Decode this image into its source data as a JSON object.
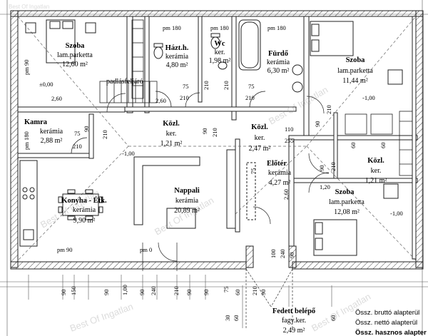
{
  "watermark": {
    "text": "Best Of Ingatlan",
    "top_fragment": "Best Of Ingatlan"
  },
  "rooms": {
    "szoba1": {
      "name": "Szoba",
      "material": "lam.parketta",
      "area": "12,60 m²"
    },
    "haztartas": {
      "name": "Házt.h.",
      "material": "kerámia",
      "area": "4,80 m²"
    },
    "wc": {
      "name": "Wc",
      "material": "ker.",
      "area": "1,98 m²"
    },
    "furdo": {
      "name": "Fürdő",
      "material": "kerámia",
      "area": "6,30 m²"
    },
    "szoba2": {
      "name": "Szoba",
      "material": "lam.parketta",
      "area": "11,44 m²"
    },
    "kamra": {
      "name": "Kamra",
      "material": "kerámia",
      "area": "2,88 m²"
    },
    "kozl1": {
      "name": "Közl.",
      "material": "ker.",
      "area": "1,21 m²"
    },
    "kozl2": {
      "name": "Közl.",
      "material": "ker.",
      "area": "2,47 m²"
    },
    "eloter": {
      "name": "Előtér",
      "material": "kerámia",
      "area": "4,27 m²"
    },
    "kozl3": {
      "name": "Közl.",
      "material": "ker.",
      "area": "1,21 m²"
    },
    "konyha": {
      "name": "Konyha - Étk.",
      "material": "kerámia",
      "area": "9,90 m²"
    },
    "nappali": {
      "name": "Nappali",
      "material": "kerámia",
      "area": "20,89 m²"
    },
    "szoba3": {
      "name": "Szoba",
      "material": "lam.parketta",
      "area": "12,08 m²"
    },
    "fedett": {
      "name": "Fedett belépő",
      "material": "fagy.ker.",
      "area": "2,49 m²"
    }
  },
  "labels": {
    "padlas": "padlásfeljáró",
    "level_main": "±0,00",
    "level_a": "-1,00",
    "level_b": "-1,00",
    "level_c": "-1,00"
  },
  "dims": {
    "pm180_a": "pm 180",
    "pm180_b": "pm 180",
    "pm180_c": "pm 180",
    "pm90_left": "pm 90",
    "pm180_left": "pm 180",
    "pm90_bottom": "pm 90",
    "pm0_bottom": "pm 0",
    "d260a": "2,60",
    "d260b": "2,60",
    "d75a": "75",
    "d210a": "210",
    "d210b": "210",
    "d210c": "210",
    "d75b": "75",
    "d210d": "210",
    "d75c": "75",
    "d210e": "210",
    "d90a": "90",
    "d210f": "210",
    "d90b": "90",
    "d110": "110",
    "d255": "255",
    "d60a": "60",
    "d60b": "60",
    "d210g": "210",
    "d90c": "90",
    "d90d": "90",
    "d210h": "210",
    "d75d": "75",
    "d210i": "210",
    "d120": "1,20",
    "d260c": "2,60",
    "d100a": "100",
    "d240a": "240",
    "d90e": "90",
    "b90a": "90",
    "b150": "150",
    "b90b": "90",
    "b100": "1,00",
    "b90c": "90",
    "b240": "240",
    "b210": "210",
    "b90d": "90",
    "b90e": "90",
    "b75": "75",
    "b60": "60",
    "b210b": "210",
    "b90f": "90",
    "c30": "30",
    "c60": "60",
    "c60b": "60"
  },
  "summary": {
    "brutto": "Össz. bruttó alapterül",
    "netto": "Össz. nettó alapterül",
    "hasznos": "Össz. hasznos alapter"
  }
}
